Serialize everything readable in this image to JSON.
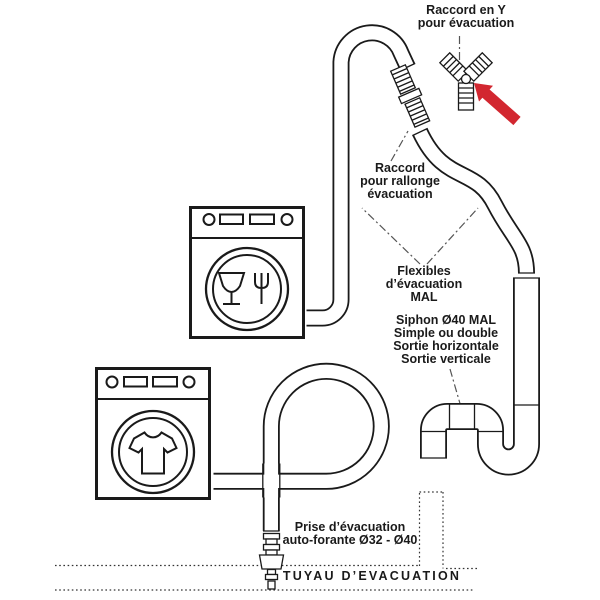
{
  "labels": {
    "raccord_y": "Raccord en Y\npour évacuation",
    "raccord_rallonge": "Raccord\npour rallonge\névacuation",
    "flexibles": "Flexibles\nd’évacuation\nMAL",
    "siphon": "Siphon Ø40 MAL\nSimple ou double\nSortie horizontale\nSortie verticale",
    "prise": "Prise d’évacuation\nauto-forante Ø32 - Ø40",
    "tuyau": "TUYAU D’EVACUATION"
  },
  "colors": {
    "line": "#1a1a1a",
    "arrow_red": "#d22730",
    "background": "#ffffff"
  },
  "figures": {
    "dishwasher": "lave-vaisselle (glass and fork icon)",
    "washing_machine": "lave-linge (t-shirt icon)",
    "y_connector": "raccord en Y",
    "extension_connector": "raccord pour rallonge",
    "siphon": "siphon double sortie",
    "drain_tap": "prise d'évacuation auto-forante",
    "drain_pipe": "tuyau d'évacuation (dotted)"
  }
}
